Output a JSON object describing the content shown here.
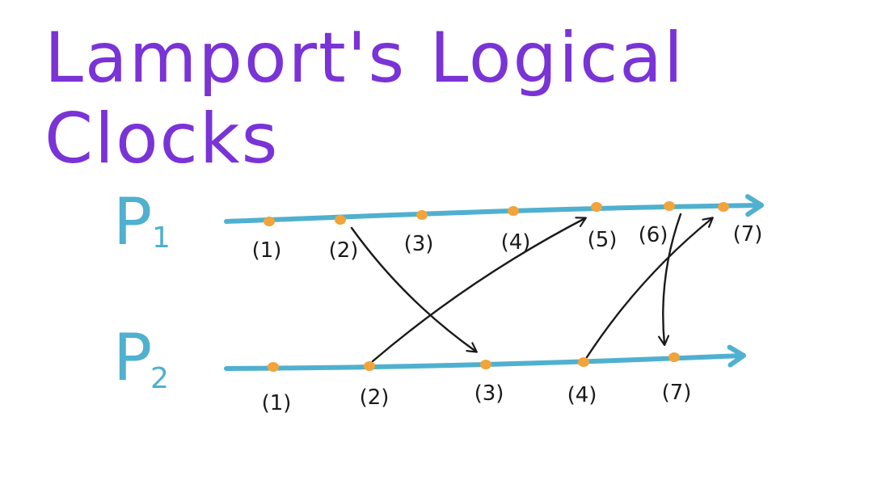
{
  "title": "Lamport's Logical Clocks",
  "colors": {
    "title": "#7a33d6",
    "process": "#4fb0cf",
    "event": "#f2a33a",
    "message": "#1a1a1a"
  },
  "processes": [
    {
      "id": "p1",
      "name": "P",
      "subscript": "1",
      "events": [
        "(1)",
        "(2)",
        "(3)",
        "(4)",
        "(5)",
        "(6)",
        "(7)"
      ]
    },
    {
      "id": "p2",
      "name": "P",
      "subscript": "2",
      "events": [
        "(1)",
        "(2)",
        "(3)",
        "(4)",
        "(7)"
      ]
    }
  ],
  "messages": [
    {
      "from_process": "p1",
      "from_event": 2,
      "to_process": "p2",
      "to_event": 3
    },
    {
      "from_process": "p2",
      "from_event": 2,
      "to_process": "p1",
      "to_event": 5
    },
    {
      "from_process": "p1",
      "from_event": 6,
      "to_process": "p2",
      "to_event": 5
    },
    {
      "from_process": "p2",
      "from_event": 4,
      "to_process": "p1",
      "to_event": 7
    }
  ]
}
